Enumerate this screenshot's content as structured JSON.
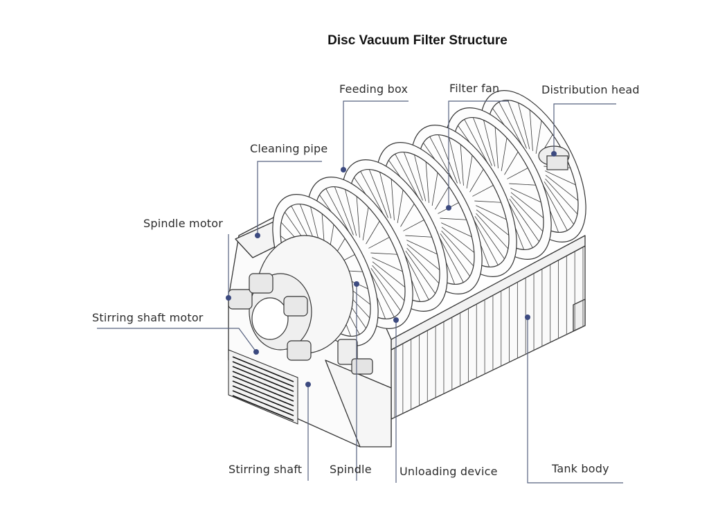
{
  "title": "Disc Vacuum Filter Structure",
  "labels": {
    "feeding_box": "Feeding box",
    "filter_fan": "Filter fan",
    "distribution_head": "Distribution head",
    "cleaning_pipe": "Cleaning pipe",
    "spindle_motor": "Spindle motor",
    "stirring_shaft_motor": "Stirring shaft motor",
    "stirring_shaft": "Stirring shaft",
    "spindle": "Spindle",
    "unloading_device": "Unloading device",
    "tank_body": "Tank body"
  },
  "colors": {
    "leader_line": "#55607e",
    "leader_dot": "#3c4a80",
    "outline": "#333333"
  }
}
